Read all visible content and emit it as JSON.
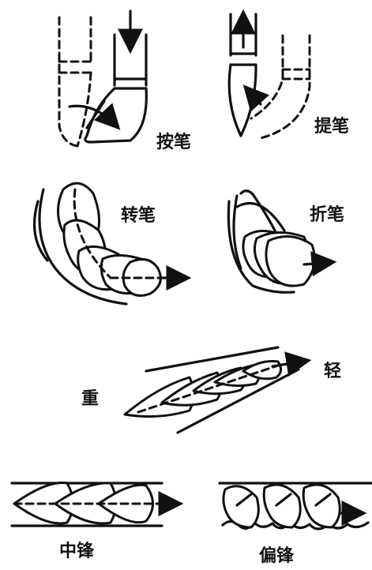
{
  "labels": {
    "an_bi": "按笔",
    "ti_bi": "提笔",
    "zhuan_bi": "转笔",
    "zhe_bi": "折笔",
    "qing": "轻",
    "zhong": "重",
    "zhong_feng": "中锋",
    "pian_feng": "偏锋"
  },
  "colors": {
    "ink": "#111111",
    "paper": "#ffffff"
  }
}
